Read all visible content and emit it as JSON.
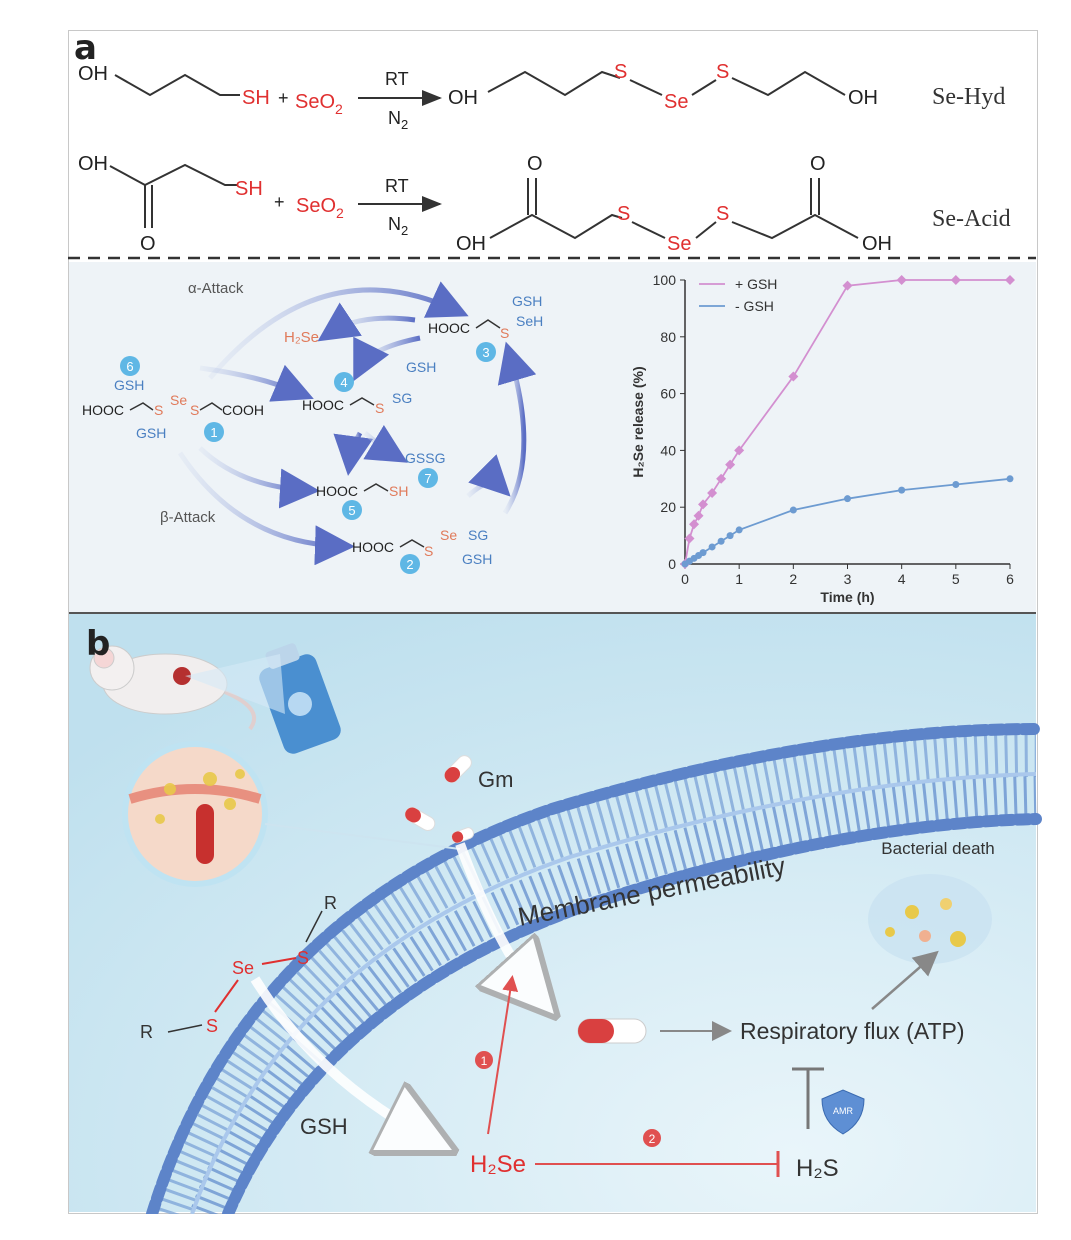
{
  "panel_a": {
    "label": "a",
    "reaction1": {
      "reactant_oh": "OH",
      "reactant_sh": "SH",
      "plus": "+",
      "reagent": "SeO",
      "reagent_sub": "2",
      "cond_top": "RT",
      "cond_bottom": "N",
      "cond_bottom_sub": "2",
      "product_oh_left": "OH",
      "product_s1": "S",
      "product_se": "Se",
      "product_s2": "S",
      "product_oh_right": "OH",
      "name": "Se-Hyd"
    },
    "reaction2": {
      "reactant_oh": "OH",
      "reactant_o": "O",
      "reactant_sh": "SH",
      "plus": "+",
      "reagent": "SeO",
      "reagent_sub": "2",
      "cond_top": "RT",
      "cond_bottom": "N",
      "cond_bottom_sub": "2",
      "product_o_left": "O",
      "product_oh_left": "OH",
      "product_s1": "S",
      "product_se": "Se",
      "product_s2": "S",
      "product_o_right": "O",
      "product_oh_right": "OH",
      "name": "Se-Acid"
    },
    "mechanism": {
      "alpha": "α-Attack",
      "beta": "β-Attack",
      "h2se": "H₂Se",
      "c1_left": "HOOC",
      "c1_s1": "S",
      "c1_se": "Se",
      "c1_s2": "S",
      "c1_right": "COOH",
      "c1_gsh_top": "GSH",
      "c1_gsh_bottom": "GSH",
      "c2": "HOOC",
      "c2_s": "S",
      "c2_se": "Se",
      "c2_sg": "SG",
      "c2_gsh": "GSH",
      "c3": "HOOC",
      "c3_s": "S",
      "c3_seh": "SeH",
      "c3_gsh": "GSH",
      "c4": "HOOC",
      "c4_s": "S",
      "c4_sg": "SG",
      "c4_gsh": "GSH",
      "c5": "HOOC",
      "c5_sh": "SH",
      "c7": "GSSG",
      "n1": "1",
      "n2": "2",
      "n3": "3",
      "n4": "4",
      "n5": "5",
      "n6": "6",
      "n7": "7"
    },
    "chart_data": {
      "type": "line",
      "xlabel": "Time (h)",
      "ylabel": "H₂Se release (%)",
      "xlim": [
        0,
        6
      ],
      "ylim": [
        0,
        100
      ],
      "xticks": [
        0,
        1,
        2,
        3,
        4,
        5,
        6
      ],
      "yticks": [
        0,
        20,
        40,
        60,
        80,
        100
      ],
      "legend_position": "top-left",
      "series": [
        {
          "name": "+ GSH",
          "color": "#d38fd0",
          "marker": "diamond",
          "x": [
            0,
            0.083,
            0.167,
            0.25,
            0.333,
            0.5,
            0.667,
            0.833,
            1,
            2,
            3,
            4,
            5,
            6
          ],
          "y": [
            0,
            9,
            14,
            17,
            21,
            25,
            30,
            35,
            40,
            66,
            98,
            100,
            100,
            100
          ]
        },
        {
          "name": "- GSH",
          "color": "#6d9bd1",
          "marker": "circle",
          "x": [
            0,
            0.083,
            0.167,
            0.25,
            0.333,
            0.5,
            0.667,
            0.833,
            1,
            2,
            3,
            4,
            5,
            6
          ],
          "y": [
            0,
            1,
            2,
            3,
            4,
            6,
            8,
            10,
            12,
            19,
            23,
            26,
            28,
            30
          ]
        }
      ]
    }
  },
  "panel_b": {
    "label": "b",
    "gm": "Gm",
    "membrane": "Membrane permeability",
    "bacterial_death": "Bacterial death",
    "respiratory": "Respiratory flux (ATP)",
    "amr": "AMR",
    "gsh": "GSH",
    "h2se": "H₂Se",
    "h2s": "H₂S",
    "r_top": "R",
    "r_left": "R",
    "s_top": "S",
    "s_left": "S",
    "se": "Se",
    "step1": "1",
    "step2": "2"
  }
}
